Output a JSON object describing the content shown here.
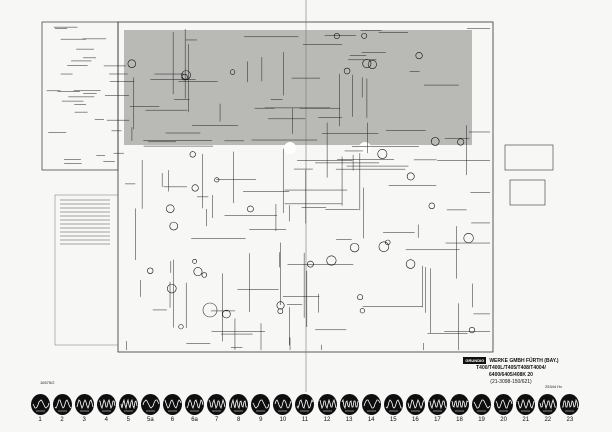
{
  "title_block": {
    "brand": "GRUNDIG",
    "company": "WERKE GMBH FÜRTH (BAY.)",
    "models_line1": "T400/T400L/T405/T408/T4004/",
    "models_line2": "6400/6405/408K 20",
    "part_number": "(21-3098-150/621)"
  },
  "ref_left": "16575/2",
  "ref_right": "25344 Hv",
  "oscillograms": [
    {
      "label": "1"
    },
    {
      "label": "2"
    },
    {
      "label": "3"
    },
    {
      "label": "4"
    },
    {
      "label": "5"
    },
    {
      "label": "5a"
    },
    {
      "label": "6"
    },
    {
      "label": "6a"
    },
    {
      "label": "7"
    },
    {
      "label": "8"
    },
    {
      "label": "9"
    },
    {
      "label": "10"
    },
    {
      "label": "11"
    },
    {
      "label": "12"
    },
    {
      "label": "13"
    },
    {
      "label": "14"
    },
    {
      "label": "15"
    },
    {
      "label": "16"
    },
    {
      "label": "17"
    },
    {
      "label": "18"
    },
    {
      "label": "19"
    },
    {
      "label": "20"
    },
    {
      "label": "21"
    },
    {
      "label": "22"
    },
    {
      "label": "23"
    }
  ]
}
